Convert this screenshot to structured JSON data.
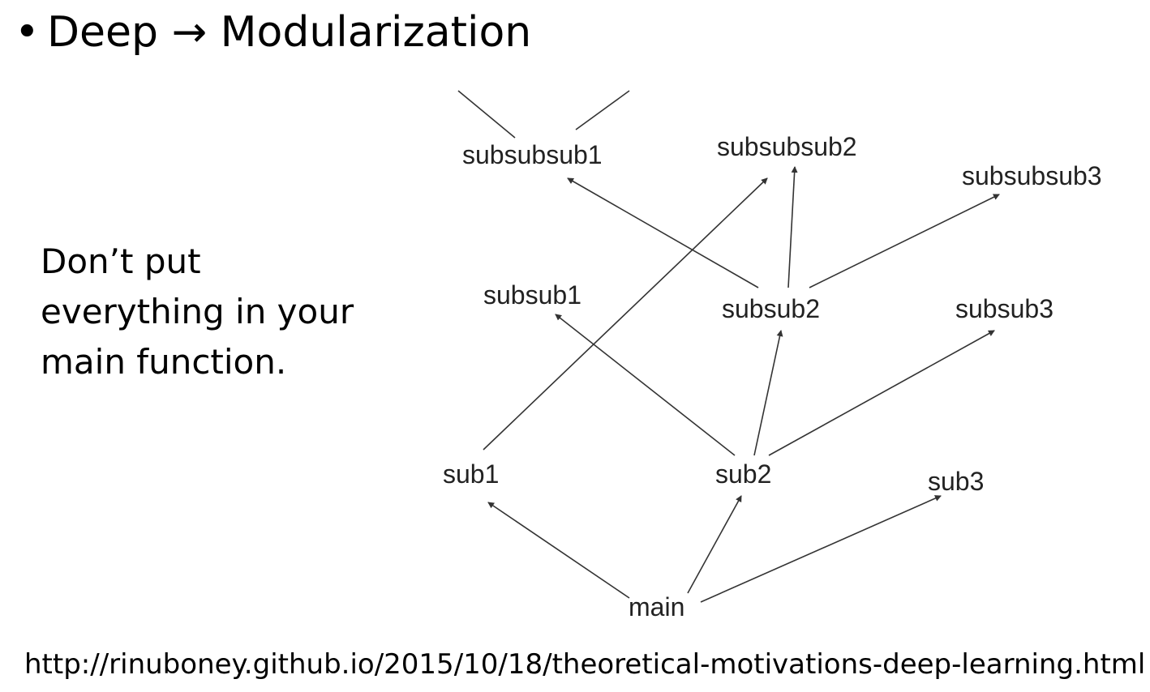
{
  "slide": {
    "bullet": "•",
    "title": "Deep → Modularization",
    "body_lines": [
      "Don’t put",
      "everything in your",
      "main function."
    ],
    "url": "http://rinuboney.github.io/2015/10/18/theoretical-motivations-deep-learning.html"
  },
  "diagram": {
    "nodes": [
      {
        "id": "main",
        "label": "main"
      },
      {
        "id": "sub1",
        "label": "sub1"
      },
      {
        "id": "sub2",
        "label": "sub2"
      },
      {
        "id": "sub3",
        "label": "sub3"
      },
      {
        "id": "subsub1",
        "label": "subsub1"
      },
      {
        "id": "subsub2",
        "label": "subsub2"
      },
      {
        "id": "subsub3",
        "label": "subsub3"
      },
      {
        "id": "subsubsub1",
        "label": "subsubsub1"
      },
      {
        "id": "subsubsub2",
        "label": "subsubsub2"
      },
      {
        "id": "subsubsub3",
        "label": "subsubsub3"
      }
    ],
    "edges": [
      {
        "from": "main",
        "to": "sub1"
      },
      {
        "from": "main",
        "to": "sub2"
      },
      {
        "from": "main",
        "to": "sub3"
      },
      {
        "from": "sub1",
        "to": "subsubsub2"
      },
      {
        "from": "sub2",
        "to": "subsub1"
      },
      {
        "from": "sub2",
        "to": "subsub2"
      },
      {
        "from": "sub2",
        "to": "subsub3"
      },
      {
        "from": "subsub2",
        "to": "subsubsub1"
      },
      {
        "from": "subsub2",
        "to": "subsubsub2"
      },
      {
        "from": "subsub2",
        "to": "subsubsub3"
      }
    ],
    "colors": {
      "edge": "#333333",
      "label": "#222222"
    }
  }
}
